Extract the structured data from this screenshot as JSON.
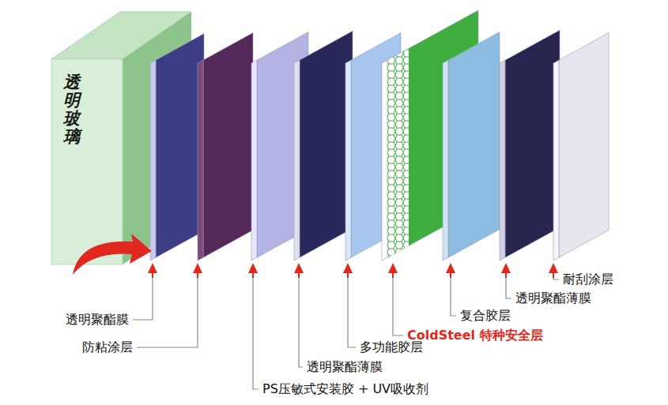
{
  "diagram": {
    "nodes": [
      {
        "text": [
          "透明玻璃"
        ]
      }
    ],
    "labels": [
      "透明聚酯膜",
      "防粘涂层",
      "PS压敏式安装胶 + UV吸收剂",
      "透明聚酯薄膜",
      "多功能胶层",
      "ColdSteel 特种安全层",
      "复合胶层",
      "透明聚酯薄膜",
      "耐刮涂层"
    ]
  }
}
